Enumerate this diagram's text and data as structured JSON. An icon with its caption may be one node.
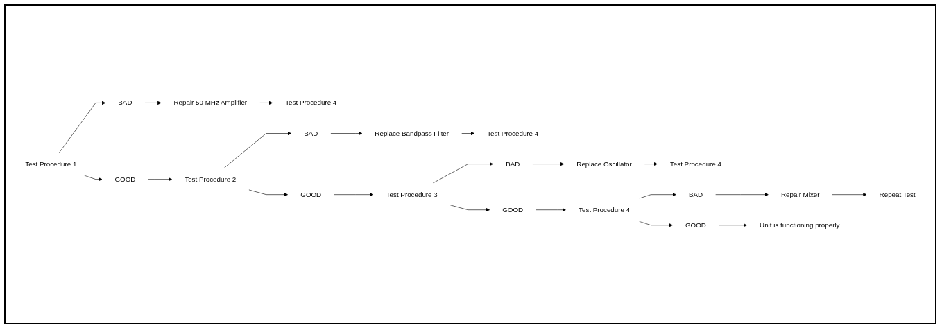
{
  "diagram": {
    "nodes": [
      {
        "text": [
          "Test Procedure 1"
        ]
      },
      {
        "text": [
          "BAD"
        ]
      },
      {
        "text": [
          "Repair 50 MHz Amplifier"
        ]
      },
      {
        "text": [
          "Test Procedure 4"
        ]
      },
      {
        "text": [
          "GOOD"
        ]
      },
      {
        "text": [
          "Test Procedure 2"
        ]
      },
      {
        "text": [
          "BAD"
        ]
      },
      {
        "text": [
          "Replace Bandpass Filter"
        ]
      },
      {
        "text": [
          "Test Procedure 4"
        ]
      },
      {
        "text": [
          "GOOD"
        ]
      },
      {
        "text": [
          "Test Procedure 3"
        ]
      },
      {
        "text": [
          "BAD"
        ]
      },
      {
        "text": [
          "Replace Oscillator"
        ]
      },
      {
        "text": [
          "Test Procedure 4"
        ]
      },
      {
        "text": [
          "GOOD"
        ]
      },
      {
        "text": [
          "Test Procedure 4"
        ]
      },
      {
        "text": [
          "BAD"
        ]
      },
      {
        "text": [
          "Repair Mixer"
        ]
      },
      {
        "text": [
          "Repeat Test"
        ]
      },
      {
        "text": [
          "GOOD"
        ]
      },
      {
        "text": [
          "Unit is functioning properly."
        ]
      }
    ],
    "edges": [
      {
        "from": 0,
        "to": 1,
        "arrow": "to"
      },
      {
        "from": 1,
        "to": 2,
        "arrow": "to"
      },
      {
        "from": 2,
        "to": 3,
        "arrow": "to"
      },
      {
        "from": 0,
        "to": 4,
        "arrow": "to"
      },
      {
        "from": 4,
        "to": 5,
        "arrow": "to"
      },
      {
        "from": 5,
        "to": 6,
        "arrow": "to"
      },
      {
        "from": 6,
        "to": 7,
        "arrow": "to"
      },
      {
        "from": 7,
        "to": 8,
        "arrow": "to"
      },
      {
        "from": 5,
        "to": 9,
        "arrow": "to"
      },
      {
        "from": 9,
        "to": 10,
        "arrow": "to"
      },
      {
        "from": 10,
        "to": 11,
        "arrow": "to"
      },
      {
        "from": 11,
        "to": 12,
        "arrow": "to"
      },
      {
        "from": 12,
        "to": 13,
        "arrow": "to"
      },
      {
        "from": 10,
        "to": 14,
        "arrow": "to"
      },
      {
        "from": 14,
        "to": 15,
        "arrow": "to"
      },
      {
        "from": 15,
        "to": 16,
        "arrow": "to"
      },
      {
        "from": 16,
        "to": 17,
        "arrow": "to"
      },
      {
        "from": 17,
        "to": 18,
        "arrow": "to"
      },
      {
        "from": 15,
        "to": 19,
        "arrow": "to"
      },
      {
        "from": 19,
        "to": 20,
        "arrow": "to"
      }
    ]
  }
}
